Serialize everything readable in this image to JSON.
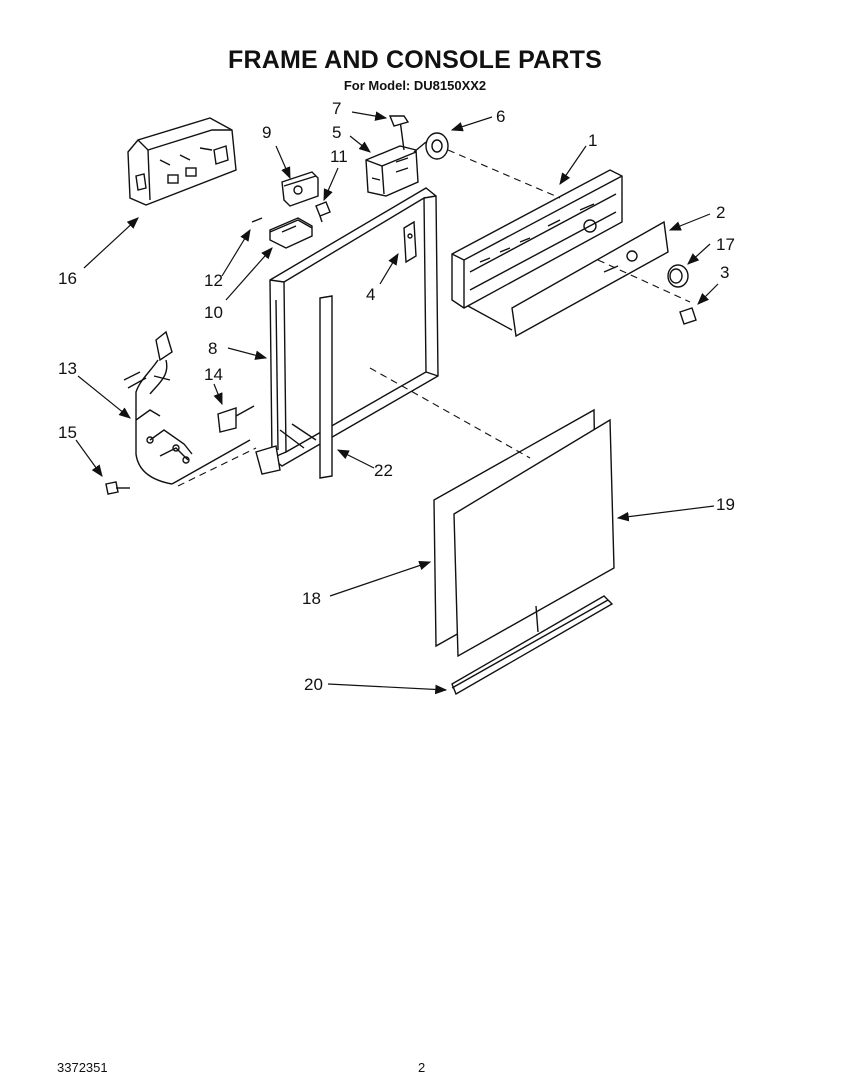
{
  "header": {
    "title": "FRAME AND CONSOLE PARTS",
    "subtitle": "For Model: DU8150XX2"
  },
  "callouts": [
    "1",
    "2",
    "3",
    "4",
    "5",
    "6",
    "7",
    "8",
    "9",
    "10",
    "11",
    "12",
    "13",
    "14",
    "15",
    "16",
    "17",
    "18",
    "19",
    "20",
    "22"
  ],
  "footer": {
    "doc_number": "3372351",
    "page_number": "2"
  }
}
